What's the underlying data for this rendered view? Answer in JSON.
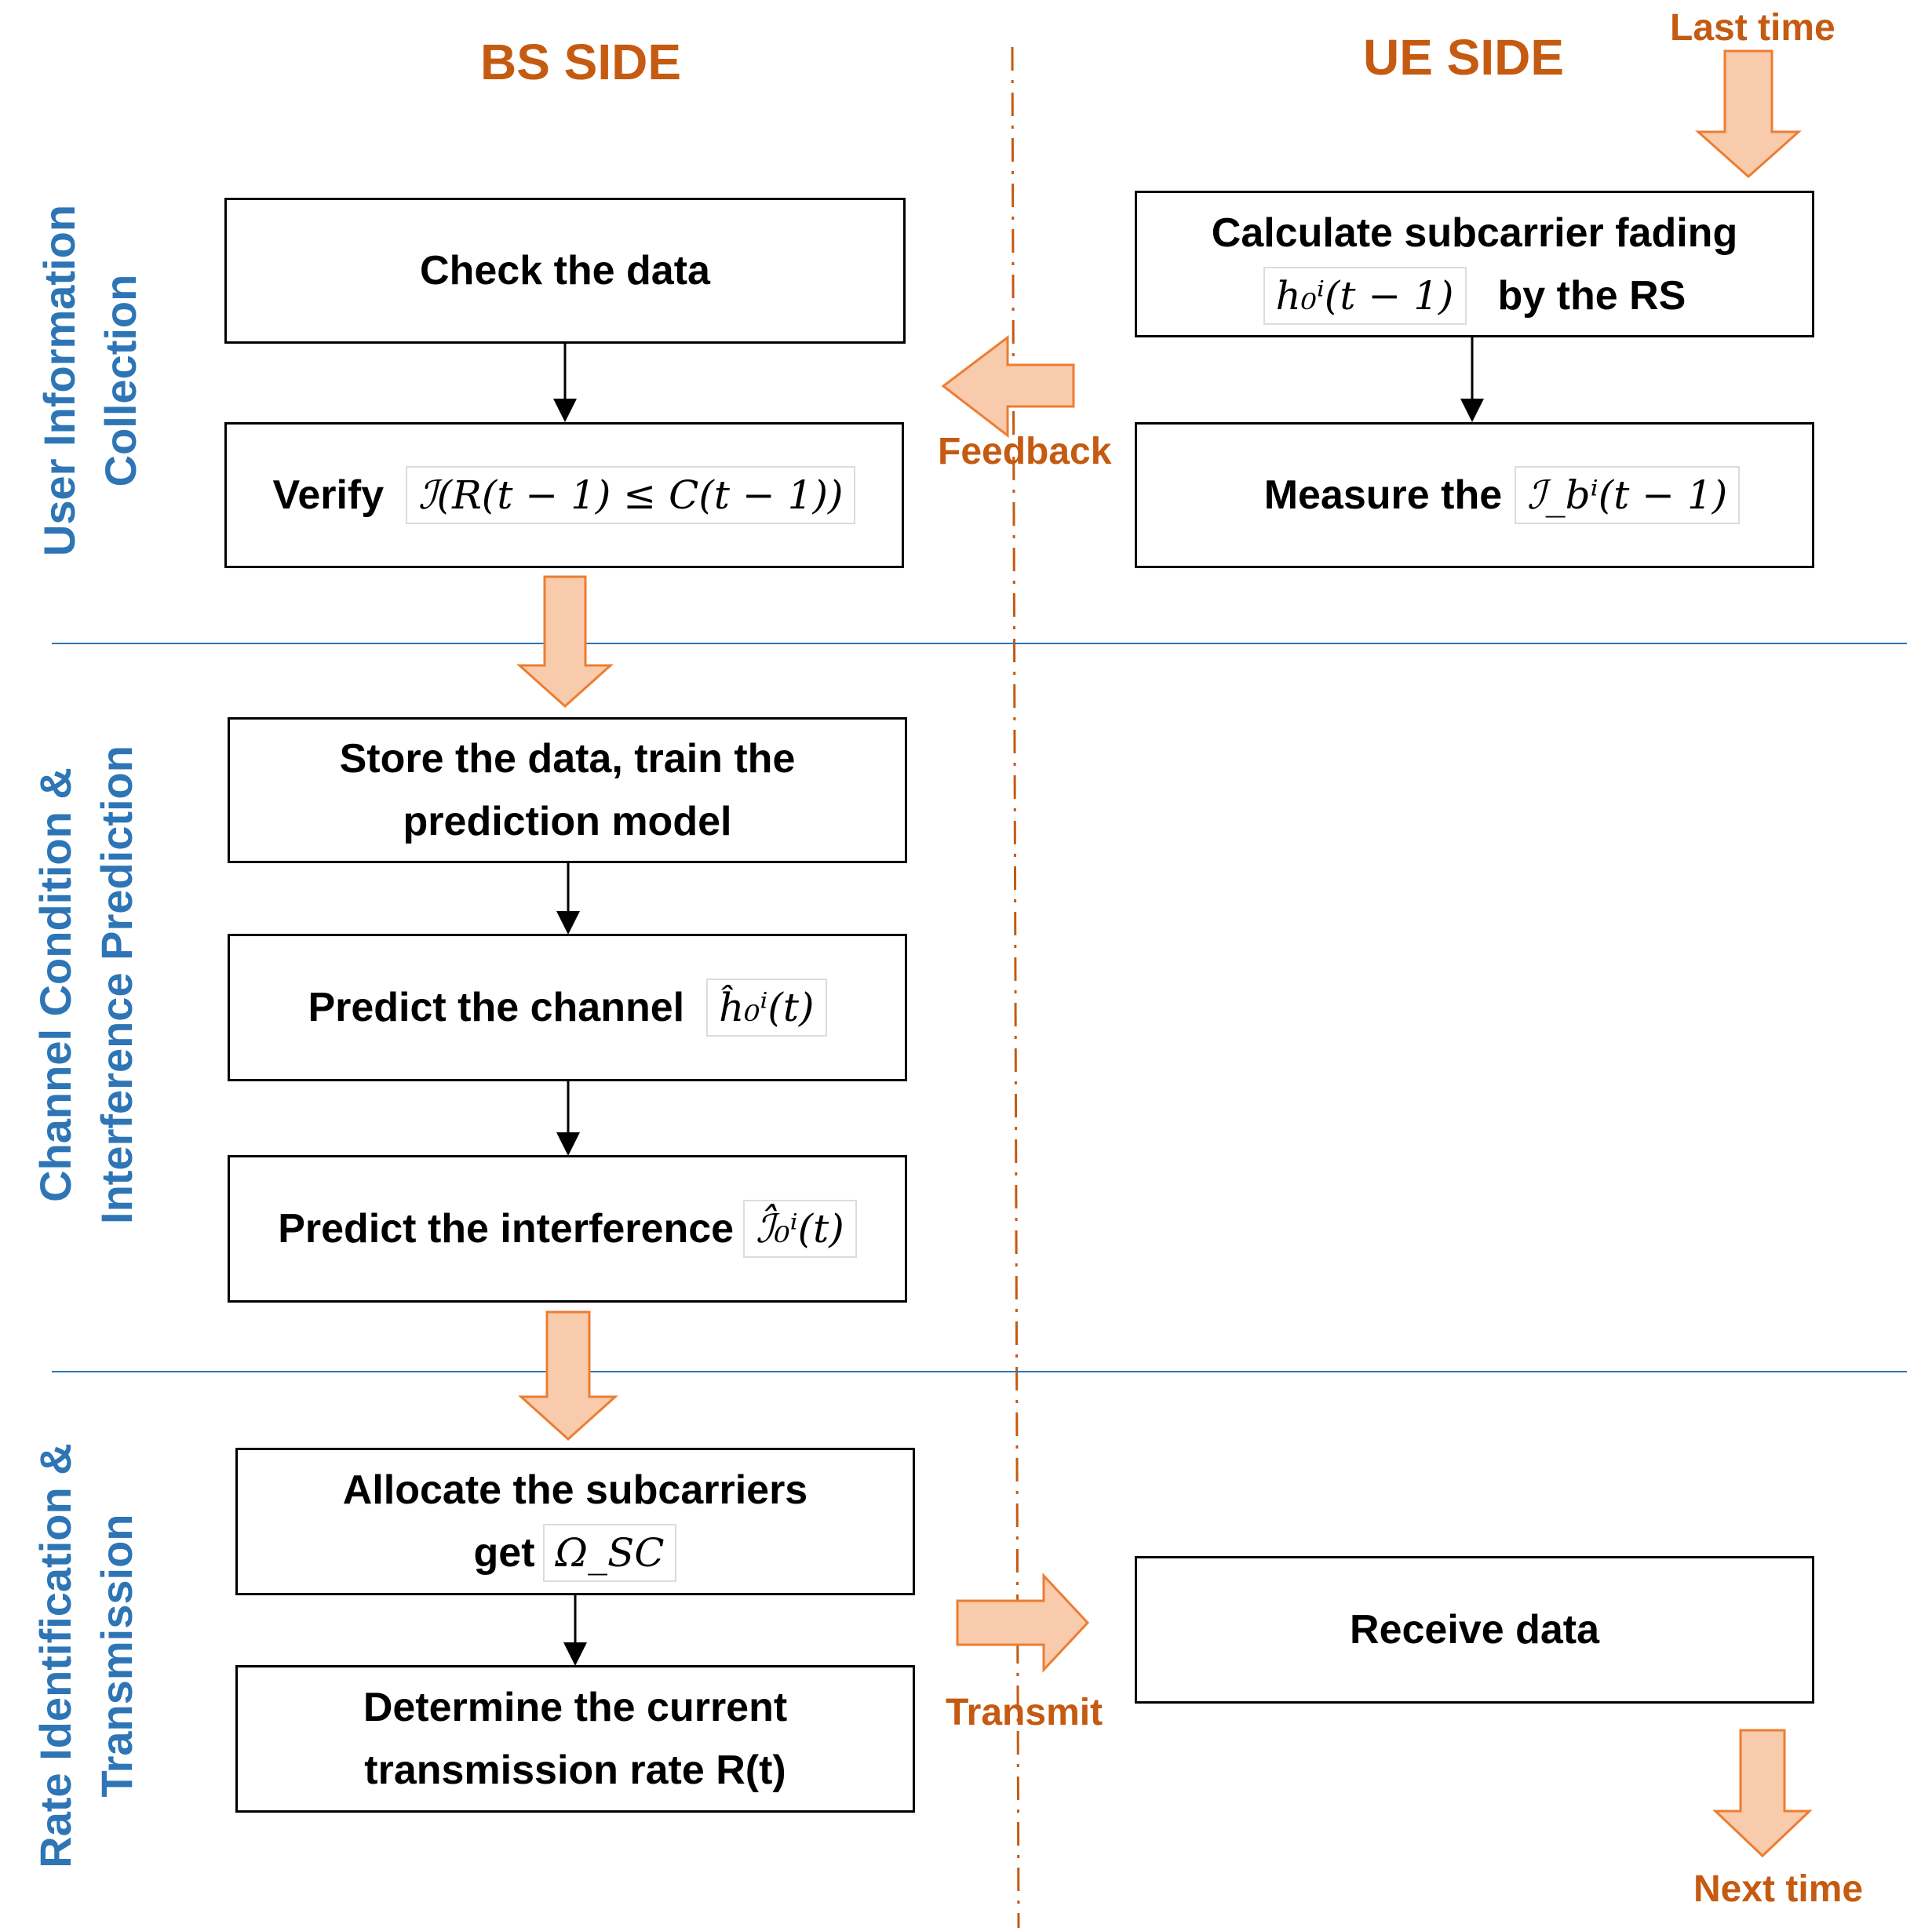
{
  "headers": {
    "bs_side": "BS SIDE",
    "ue_side": "UE SIDE"
  },
  "phases": {
    "collection": {
      "line1": "User Information",
      "line2": "Collection"
    },
    "prediction": {
      "line1": "Channel Condition &",
      "line2": "Interference Prediction"
    },
    "transmission": {
      "line1": "Rate Identification &",
      "line2": "Transmission"
    }
  },
  "bs": {
    "check": {
      "text": "Check the data"
    },
    "verify": {
      "text": "Verify",
      "math": "ℐ(R(t − 1) ≤ C(t − 1))"
    },
    "store": {
      "line1": "Store the data,  train the",
      "line2": "prediction model"
    },
    "predict_channel": {
      "text": "Predict the channel",
      "math": "ĥ₀ⁱ(t)"
    },
    "predict_interference": {
      "text": "Predict the interference",
      "math": "ℐ̂₀ⁱ(t)"
    },
    "allocate": {
      "line1": "Allocate the subcarriers",
      "line2": "get",
      "math": "Ω_SC"
    },
    "determine": {
      "line1": "Determine the current",
      "line2": "transmission rate R(t)"
    }
  },
  "ue": {
    "calculate": {
      "line1": "Calculate subcarrier fading",
      "math": "h₀ⁱ(t − 1)",
      "line2": "by the RS"
    },
    "measure": {
      "text": "Measure the",
      "math": "ℐ_bⁱ(t − 1)"
    },
    "receive": {
      "text": "Receive data"
    }
  },
  "labels": {
    "last_time": "Last time",
    "feedback": "Feedback",
    "transmit": "Transmit",
    "next_time": "Next time"
  },
  "colors": {
    "orange_text": "#c55a11",
    "arrow_fill": "#f8cbad",
    "arrow_stroke": "#ed7d31",
    "phase_text": "#2e75b6",
    "divider": "#2e75b6"
  }
}
